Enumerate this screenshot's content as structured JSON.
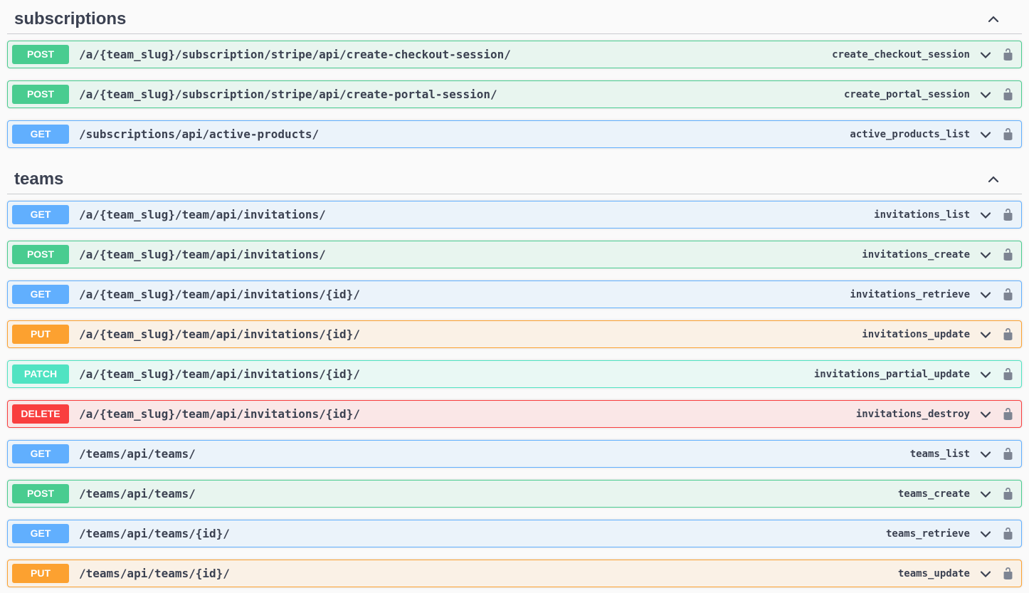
{
  "page": {
    "background_color": "#fafafa",
    "text_color": "#3b4151",
    "divider_color": "rgba(59,65,81,0.25)"
  },
  "icons": {
    "section_collapse": "chevron-up-icon",
    "operation_expand": "chevron-down-icon",
    "authorization": "unlocked-padlock-icon",
    "lock_color": "#7d8492",
    "chevron_color": "#3b4151"
  },
  "method_styles": {
    "GET": {
      "badge_color": "#61affe",
      "border_color": "#61affe",
      "row_background": "#ebf3fa"
    },
    "POST": {
      "badge_color": "#49cc90",
      "border_color": "#49cc90",
      "row_background": "#e8f5ef"
    },
    "PUT": {
      "badge_color": "#fca130",
      "border_color": "#fca130",
      "row_background": "#faf1e6"
    },
    "PATCH": {
      "badge_color": "#50e3c2",
      "border_color": "#50e3c2",
      "row_background": "#e9f8f4"
    },
    "DELETE": {
      "badge_color": "#f93e3e",
      "border_color": "#f93e3e",
      "row_background": "#fae7e7"
    }
  },
  "sections": [
    {
      "title": "subscriptions",
      "collapse_icon": "chevron-up",
      "operations": [
        {
          "method": "POST",
          "path": "/a/{team_slug}/subscription/stripe/api/create-checkout-session/",
          "operation_id": "create_checkout_session"
        },
        {
          "method": "POST",
          "path": "/a/{team_slug}/subscription/stripe/api/create-portal-session/",
          "operation_id": "create_portal_session"
        },
        {
          "method": "GET",
          "path": "/subscriptions/api/active-products/",
          "operation_id": "active_products_list"
        }
      ]
    },
    {
      "title": "teams",
      "collapse_icon": "chevron-up",
      "operations": [
        {
          "method": "GET",
          "path": "/a/{team_slug}/team/api/invitations/",
          "operation_id": "invitations_list"
        },
        {
          "method": "POST",
          "path": "/a/{team_slug}/team/api/invitations/",
          "operation_id": "invitations_create"
        },
        {
          "method": "GET",
          "path": "/a/{team_slug}/team/api/invitations/{id}/",
          "operation_id": "invitations_retrieve"
        },
        {
          "method": "PUT",
          "path": "/a/{team_slug}/team/api/invitations/{id}/",
          "operation_id": "invitations_update"
        },
        {
          "method": "PATCH",
          "path": "/a/{team_slug}/team/api/invitations/{id}/",
          "operation_id": "invitations_partial_update"
        },
        {
          "method": "DELETE",
          "path": "/a/{team_slug}/team/api/invitations/{id}/",
          "operation_id": "invitations_destroy"
        },
        {
          "method": "GET",
          "path": "/teams/api/teams/",
          "operation_id": "teams_list"
        },
        {
          "method": "POST",
          "path": "/teams/api/teams/",
          "operation_id": "teams_create"
        },
        {
          "method": "GET",
          "path": "/teams/api/teams/{id}/",
          "operation_id": "teams_retrieve"
        },
        {
          "method": "PUT",
          "path": "/teams/api/teams/{id}/",
          "operation_id": "teams_update"
        }
      ]
    }
  ]
}
